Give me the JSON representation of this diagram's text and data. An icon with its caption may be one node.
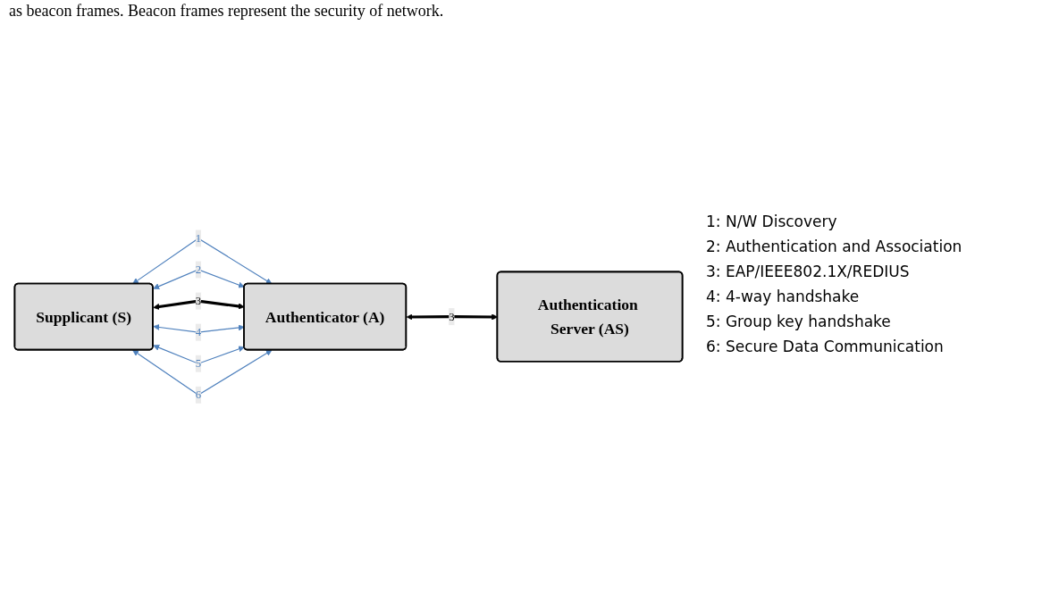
{
  "diagram": {
    "nodes": [
      {
        "text": [
          "Authenticator (A)"
        ]
      },
      {
        "text": [
          "Authentication Server (AS)"
        ]
      },
      {
        "text": [
          "Supplicant (S)"
        ]
      }
    ],
    "edges": [
      {
        "from": 2,
        "to": 0,
        "arrow": "both",
        "label": "1"
      },
      {
        "from": 2,
        "to": 0,
        "arrow": "both",
        "label": "2"
      },
      {
        "from": 2,
        "to": 0,
        "arrow": "both",
        "label": "3",
        "style": "thick",
        "color": "#000000"
      },
      {
        "from": 2,
        "to": 0,
        "arrow": "both",
        "label": "4"
      },
      {
        "from": 2,
        "to": 0,
        "arrow": "both",
        "label": "5"
      },
      {
        "from": 2,
        "to": 0,
        "arrow": "both",
        "label": "6"
      },
      {
        "from": 0,
        "to": 1,
        "arrow": "both",
        "label": "3",
        "style": "thick",
        "color": "#000000"
      }
    ],
    "labels": [
      "as beacon frames. Beacon frames represent the security of network.",
      "1: N/W Discovery",
      "2: Authentication and Association",
      "3: EAP/IEEE802.1X/REDIUS",
      "4: 4-way handshake",
      "5: Group key handshake",
      "6: Secure Data Communication"
    ]
  }
}
